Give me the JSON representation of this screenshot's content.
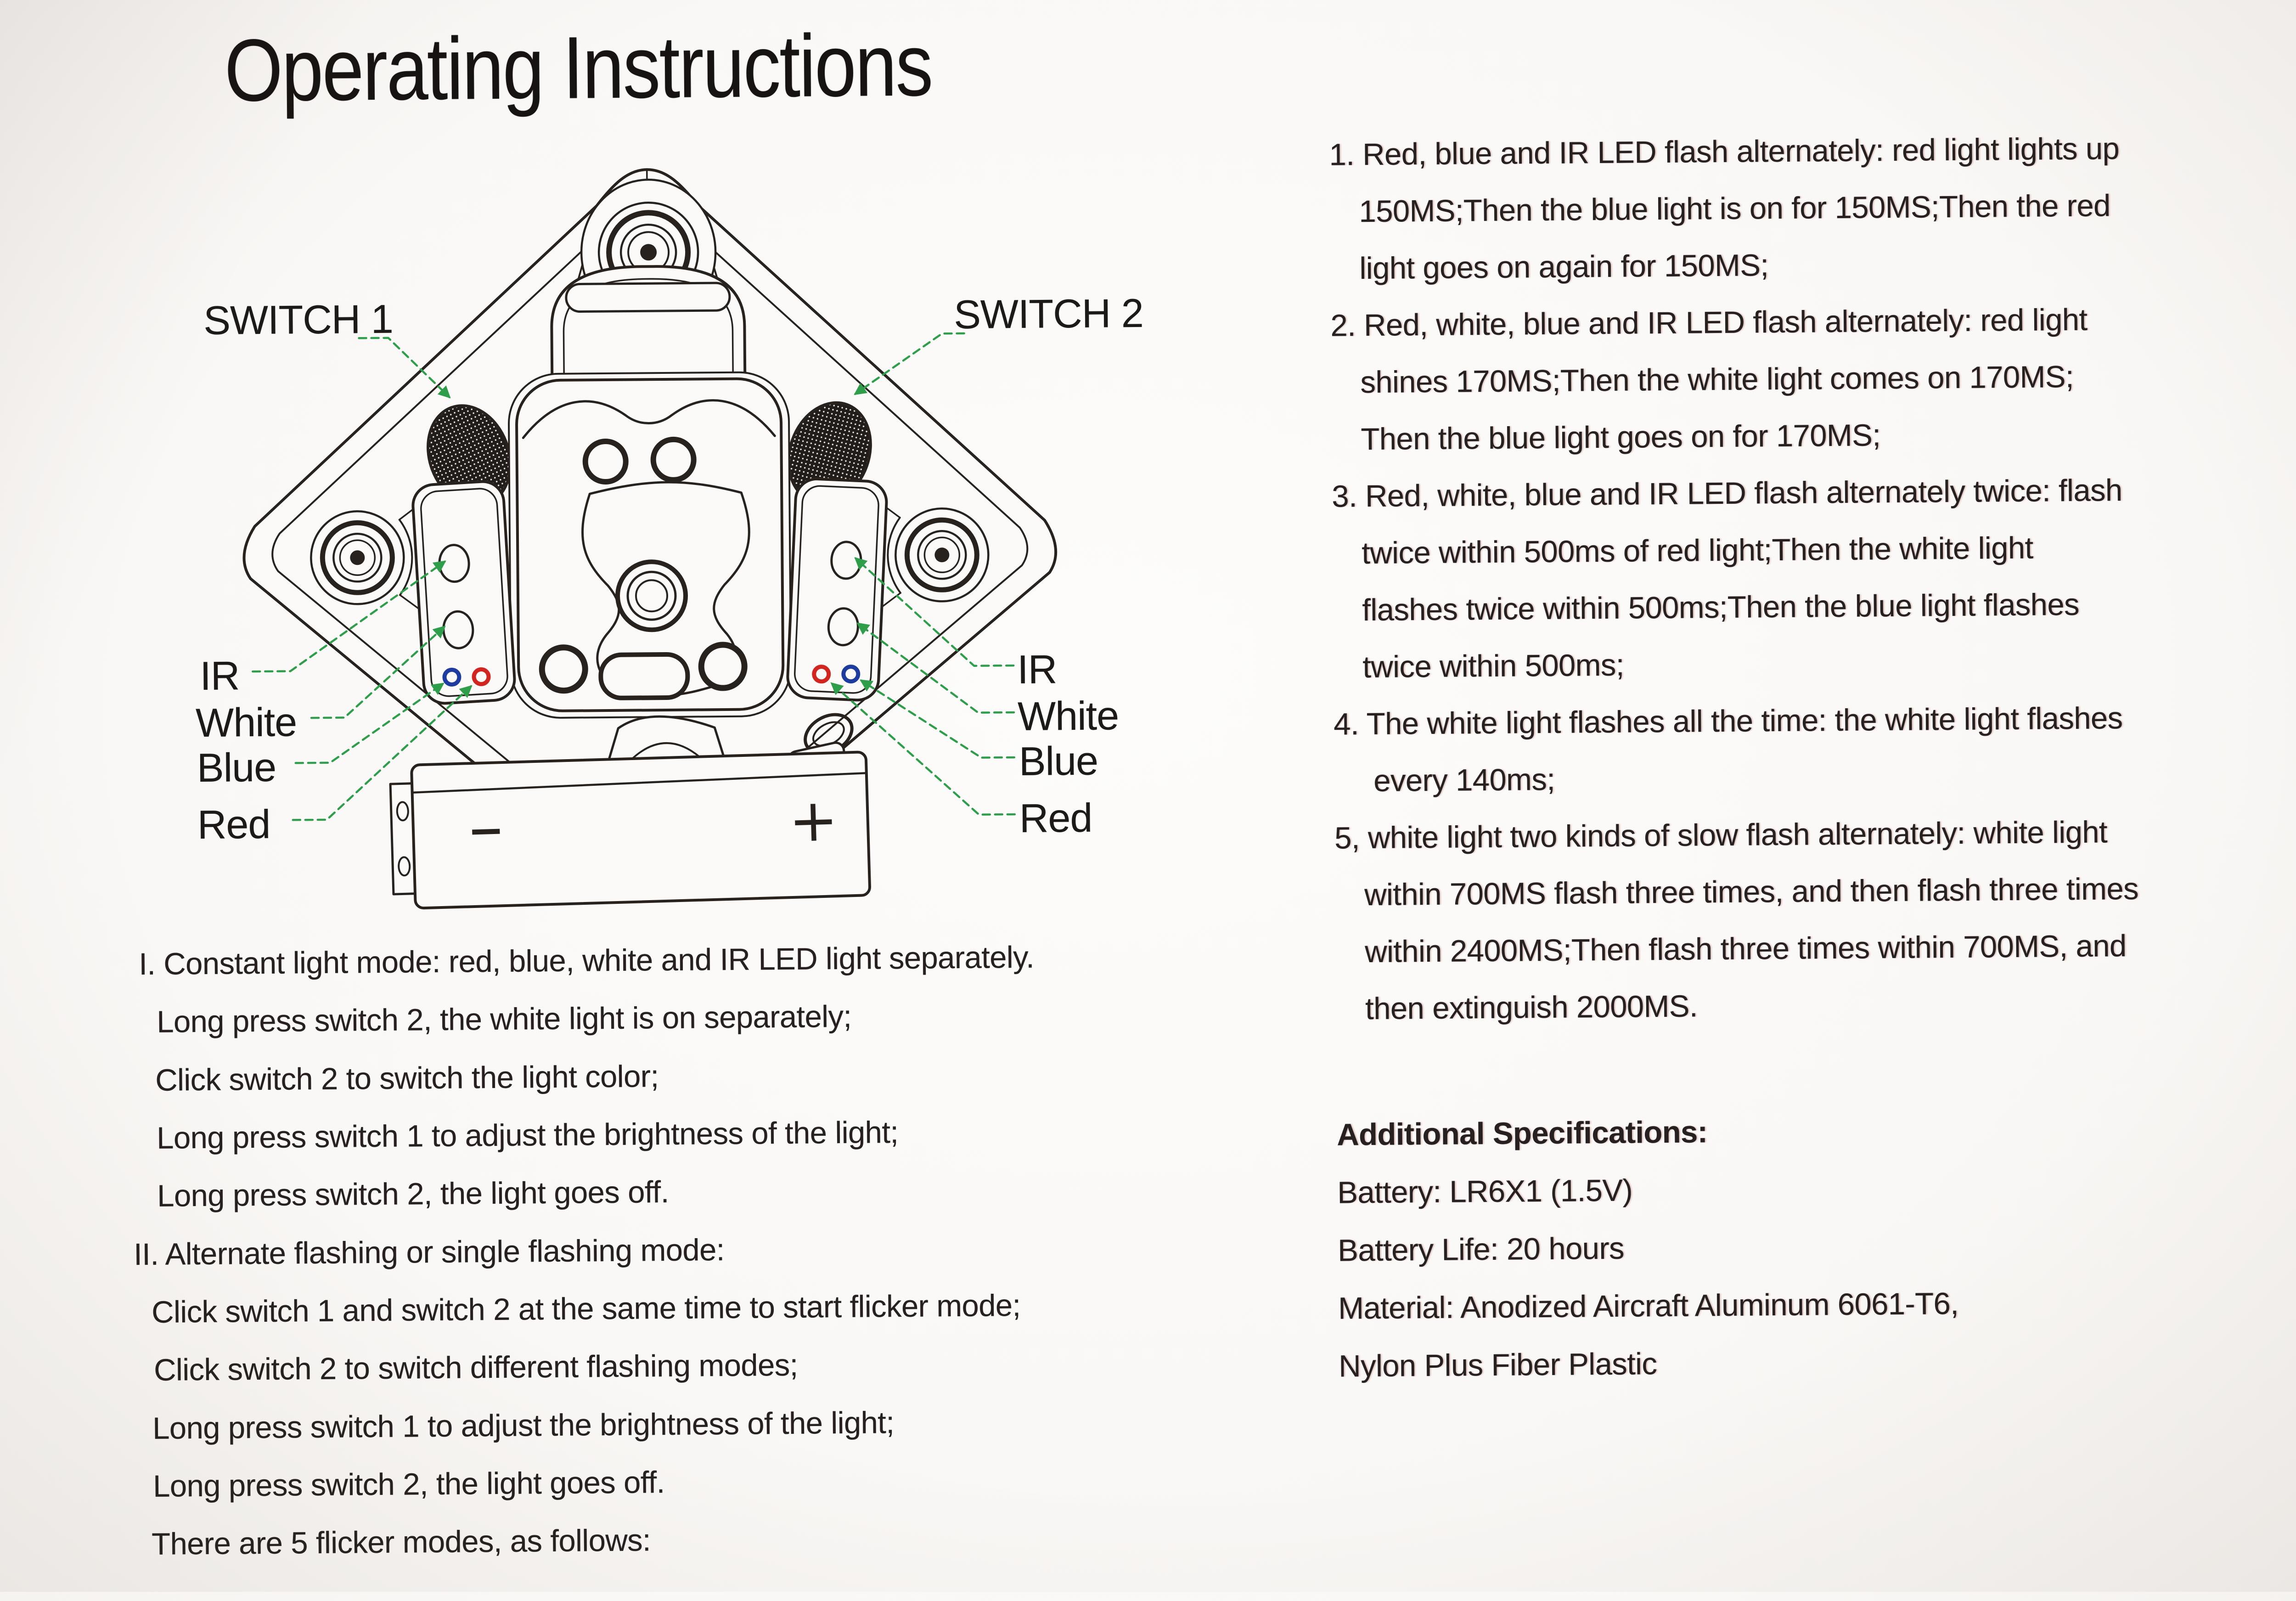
{
  "page": {
    "title": "Operating Instructions"
  },
  "diagram": {
    "switch1_label": "SWITCH 1",
    "switch2_label": "SWITCH 2",
    "left_led_labels": [
      "IR",
      "White",
      "Blue",
      "Red"
    ],
    "right_led_labels": [
      "IR",
      "White",
      "Blue",
      "Red"
    ],
    "battery": {
      "minus": "−",
      "plus": "+"
    },
    "colors": {
      "ink": "#28221f",
      "leader_green": "#2e9e4b",
      "blue_ring": "#1e3ca0",
      "red_ring": "#d2251f",
      "paper": "#fbfaf8"
    }
  },
  "left_column": {
    "lines": [
      "I. Constant light mode: red, blue, white and IR LED light separately.",
      "Long press switch 2, the white light is on separately;",
      "Click switch 2 to switch the light color;",
      "Long press switch 1 to adjust the brightness of the light;",
      "Long press switch 2, the light goes off.",
      "II. Alternate flashing or single flashing mode:",
      "Click switch 1 and switch 2 at the same time to start flicker mode;",
      "Click switch 2 to switch different flashing modes;",
      "Long press switch 1 to adjust the brightness of the light;",
      "Long press switch 2, the light goes off.",
      "There are 5 flicker modes, as follows:"
    ]
  },
  "right_column": {
    "items": [
      {
        "lines": [
          "1. Red, blue and IR LED flash alternately: red light lights up",
          "150MS;Then the blue light is on for 150MS;Then the red",
          "light goes on again for 150MS;"
        ]
      },
      {
        "lines": [
          "2. Red, white, blue and IR LED flash alternately: red light",
          "shines 170MS;Then the white light comes on 170MS;",
          "Then the blue light goes on for 170MS;"
        ]
      },
      {
        "lines": [
          "3. Red, white, blue and IR LED flash alternately twice: flash",
          "twice within 500ms of red light;Then the white light",
          "flashes twice within 500ms;Then the blue light flashes",
          "twice within 500ms;"
        ]
      },
      {
        "lines": [
          "4. The white light flashes all the time: the white light flashes",
          "every 140ms;"
        ]
      },
      {
        "lines": [
          "5, white light two kinds of slow flash alternately: white light",
          "within 700MS flash three times, and then flash three times",
          "within 2400MS;Then flash three times within 700MS, and",
          "then extinguish 2000MS."
        ]
      }
    ],
    "specs": {
      "heading": "Additional Specifications:",
      "lines": [
        "Battery: LR6X1 (1.5V)",
        "Battery Life: 20 hours",
        "Material: Anodized Aircraft Aluminum 6061-T6,",
        "Nylon Plus Fiber Plastic"
      ]
    }
  }
}
